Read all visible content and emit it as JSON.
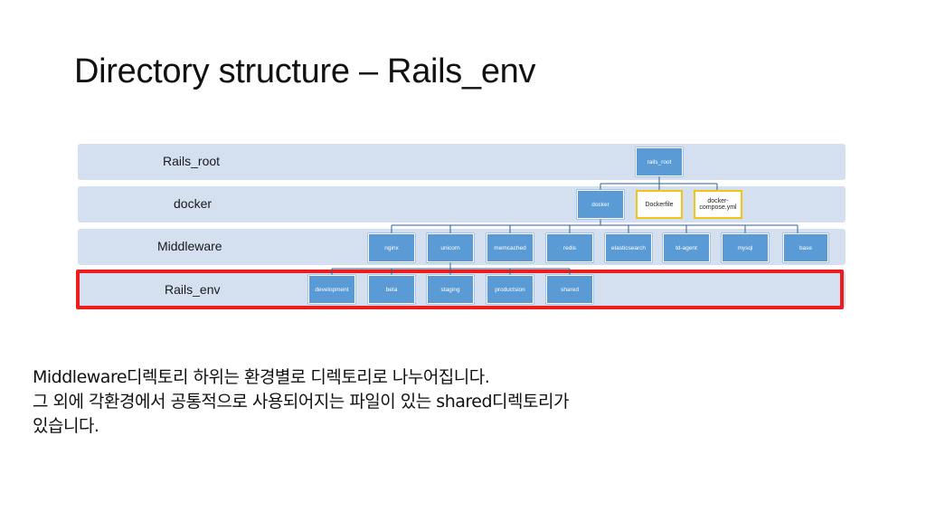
{
  "slide": {
    "title": "Directory structure – Rails_env"
  },
  "levels": [
    {
      "label": "Rails_root"
    },
    {
      "label": "docker"
    },
    {
      "label": "Middleware"
    },
    {
      "label": "Rails_env"
    }
  ],
  "nodes": {
    "rails_root": "rails_root",
    "docker": "docker",
    "dockerfile": "Dockerfile",
    "compose": "docker-compose.yml",
    "middleware": [
      "nginx",
      "unicorn",
      "memcached",
      "redis",
      "elasticsearch",
      "td-agent",
      "mysql",
      "base"
    ],
    "envs": [
      "development",
      "beta",
      "staging",
      "productsion",
      "shared"
    ]
  },
  "colors": {
    "band": "#d4dff0",
    "node": "#5b9bd5",
    "file_border": "#f0c419",
    "highlight": "#ee1c1c",
    "line": "#2f5f8f"
  },
  "description": {
    "line1": "Middleware디렉토리 하위는 환경별로 디렉토리로 나누어집니다.",
    "line2": "그 외에 각환경에서 공통적으로 사용되어지는 파일이 있는 shared디렉토리가",
    "line3": "있습니다."
  }
}
